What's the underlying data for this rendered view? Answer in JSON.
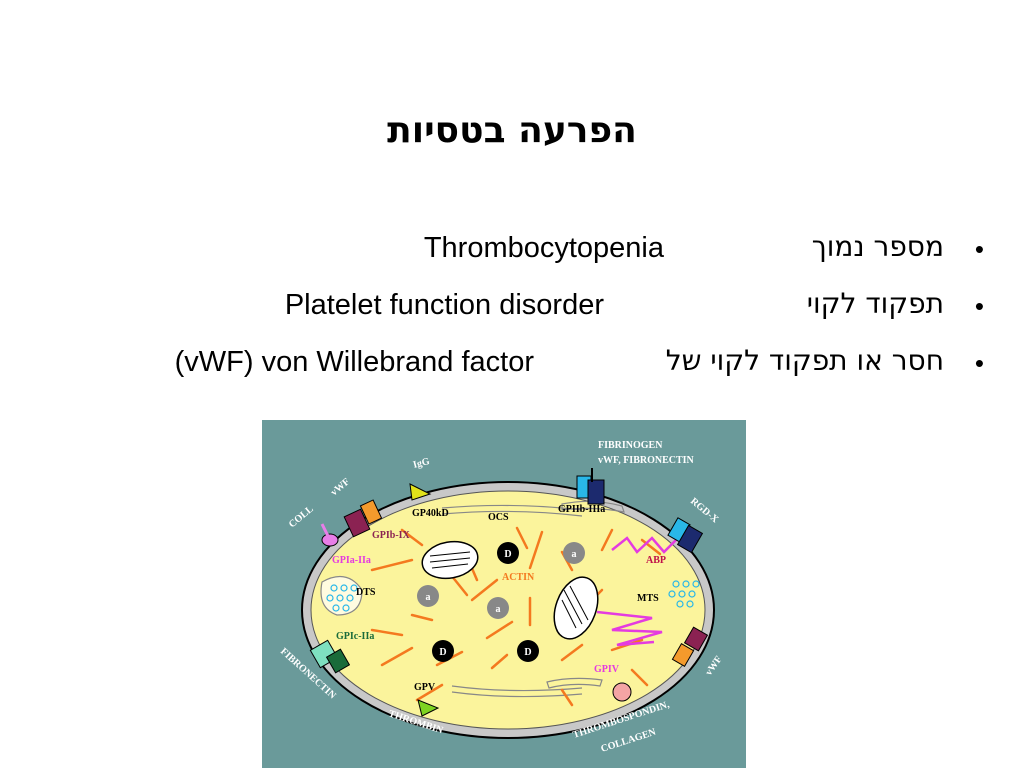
{
  "slide": {
    "title": "הפרעה בטסיות",
    "bullets": [
      {
        "hebrew": "מספר  נמוך",
        "english": "Thrombocytopenia"
      },
      {
        "hebrew": "תפקוד לקוי",
        "english": "Platelet function disorder"
      },
      {
        "hebrew": "חסר או תפקוד לקוי של",
        "english": "(vWF) von Willebrand factor"
      }
    ]
  },
  "diagram": {
    "labels": {
      "fibrinogen": "FIBRINOGEN",
      "vwf_fibronectin": "vWF,   FIBRONECTIN",
      "igg": "IgG",
      "vwf_left": "vWF",
      "coll": "COLL",
      "rgdx": "RGD-X",
      "gp40kd": "GP40kD",
      "ocs": "OCS",
      "gpiib_iiia": "GPIIb-IIIa",
      "gpib_ix": "GPIb-IX",
      "gpia_iia": "GPIa-IIa",
      "abp": "ABP",
      "actin": "ACTIN",
      "dts": "DTS",
      "mts": "MTS",
      "gpic_iia": "GPIc-IIa",
      "gpv": "GPV",
      "gpiv": "GPIV",
      "vwf_right": "vWF",
      "fibronectin_left": "FIBRONECTIN",
      "thrombin": "THROMBIN",
      "thrombospondin": "THROMBOSPONDIN,",
      "collagen": "COLLAGEN",
      "d_granule": "D",
      "a_granule": "a"
    },
    "colors": {
      "background": "#6a9a9a",
      "cytoplasm": "#fbf49c",
      "actin": "#f4791f",
      "receptor_purple": "#8b2252",
      "receptor_navy": "#1c2a6e",
      "receptor_cyan": "#29b7e8",
      "receptor_green": "#7ee0c0",
      "membrane_grey": "#9a9a9a"
    }
  }
}
